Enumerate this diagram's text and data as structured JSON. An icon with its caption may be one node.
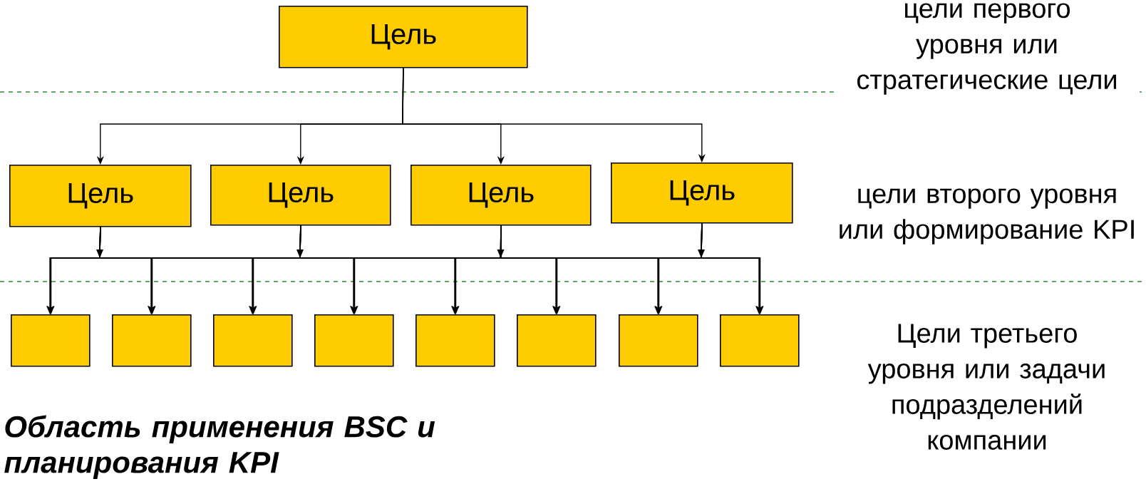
{
  "diagram": {
    "nodes": [
      {
        "text": [
          "Цель"
        ]
      },
      {
        "text": [
          "Цель"
        ]
      },
      {
        "text": [
          "Цель"
        ]
      },
      {
        "text": [
          "Цель"
        ]
      },
      {
        "text": [
          "Цель"
        ]
      },
      {
        "text": [],
        "shape": "box"
      },
      {
        "text": [],
        "shape": "box"
      },
      {
        "text": [],
        "shape": "box"
      },
      {
        "text": [],
        "shape": "box"
      },
      {
        "text": [],
        "shape": "box"
      },
      {
        "text": [],
        "shape": "box"
      },
      {
        "text": [],
        "shape": "box"
      },
      {
        "text": [],
        "shape": "box"
      }
    ],
    "edges": [
      {
        "from": 0,
        "to": 1,
        "arrow": "to"
      },
      {
        "from": 0,
        "to": 2,
        "arrow": "to"
      },
      {
        "from": 0,
        "to": 3,
        "arrow": "to"
      },
      {
        "from": 0,
        "to": 4,
        "arrow": "to"
      },
      {
        "from": 1,
        "to": 5,
        "arrow": "to"
      },
      {
        "from": 1,
        "to": 6,
        "arrow": "to"
      },
      {
        "from": 1,
        "to": 7,
        "arrow": "to"
      },
      {
        "from": 1,
        "to": 8,
        "arrow": "to"
      },
      {
        "from": 1,
        "to": 9,
        "arrow": "to"
      },
      {
        "from": 1,
        "to": 10,
        "arrow": "to"
      },
      {
        "from": 1,
        "to": 11,
        "arrow": "to"
      },
      {
        "from": 1,
        "to": 12,
        "arrow": "to"
      },
      {
        "from": 2,
        "to": 5,
        "arrow": "to"
      },
      {
        "from": 2,
        "to": 6,
        "arrow": "to"
      },
      {
        "from": 2,
        "to": 7,
        "arrow": "to"
      },
      {
        "from": 2,
        "to": 8,
        "arrow": "to"
      },
      {
        "from": 2,
        "to": 9,
        "arrow": "to"
      },
      {
        "from": 2,
        "to": 10,
        "arrow": "to"
      },
      {
        "from": 2,
        "to": 11,
        "arrow": "to"
      },
      {
        "from": 2,
        "to": 12,
        "arrow": "to"
      },
      {
        "from": 3,
        "to": 5,
        "arrow": "to"
      },
      {
        "from": 3,
        "to": 6,
        "arrow": "to"
      },
      {
        "from": 3,
        "to": 7,
        "arrow": "to"
      },
      {
        "from": 3,
        "to": 8,
        "arrow": "to"
      },
      {
        "from": 3,
        "to": 9,
        "arrow": "to"
      },
      {
        "from": 3,
        "to": 10,
        "arrow": "to"
      },
      {
        "from": 3,
        "to": 11,
        "arrow": "to"
      },
      {
        "from": 3,
        "to": 12,
        "arrow": "to"
      },
      {
        "from": 4,
        "to": 5,
        "arrow": "to"
      },
      {
        "from": 4,
        "to": 6,
        "arrow": "to"
      },
      {
        "from": 4,
        "to": 7,
        "arrow": "to"
      },
      {
        "from": 4,
        "to": 8,
        "arrow": "to"
      },
      {
        "from": 4,
        "to": 9,
        "arrow": "to"
      },
      {
        "from": 4,
        "to": 10,
        "arrow": "to"
      },
      {
        "from": 4,
        "to": 11,
        "arrow": "to"
      },
      {
        "from": 4,
        "to": 12,
        "arrow": "to"
      }
    ],
    "labels": [
      "цели первого уровня или стратегические цели",
      "цели второго уровня или формирование KPI",
      "Цели третьего уровня или задачи подразделений компании",
      "Область применения BSC и планирования KPI"
    ]
  }
}
